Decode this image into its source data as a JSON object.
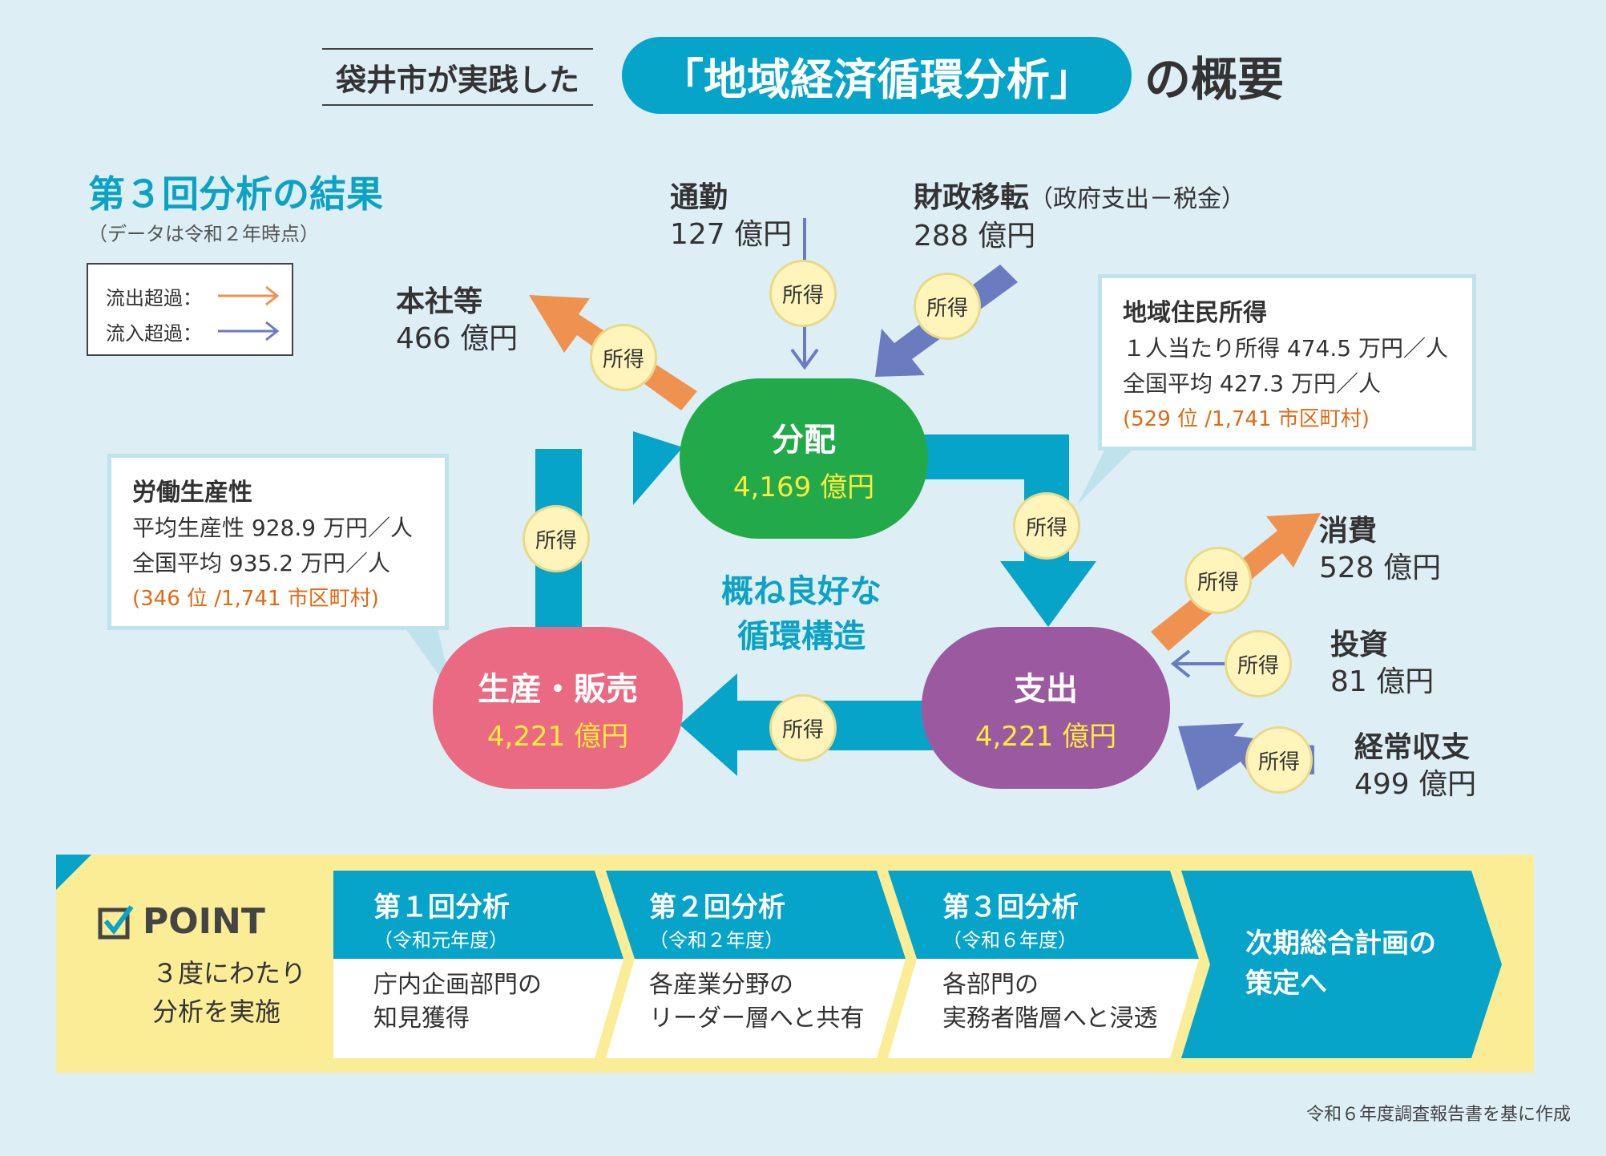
{
  "header": {
    "prefix": "袋井市が実践した",
    "main": "「地域経済循環分析」",
    "suffix": "の概要"
  },
  "section": {
    "title": "第３回分析の結果",
    "note": "（データは令和２年時点）"
  },
  "legend": {
    "outflow": "流出超過：",
    "inflow": "流入超過：",
    "outflow_color": "#f0924f",
    "inflow_color": "#6b7bbf"
  },
  "badge_label": "所得",
  "nodes": {
    "distribution": {
      "name": "分配",
      "value": "4,169 億円",
      "color": "#22aa4a"
    },
    "production": {
      "name": "生産・販売",
      "value": "4,221 億円",
      "color": "#e96a82"
    },
    "expenditure": {
      "name": "支出",
      "value": "4,221 億円",
      "color": "#9b5aa0"
    }
  },
  "center_text": [
    "概ね良好な",
    "循環構造"
  ],
  "flows": {
    "commute": {
      "name": "通勤",
      "value": "127 億円"
    },
    "fiscal": {
      "name": "財政移転",
      "sub": "（政府支出－税金）",
      "value": "288 億円"
    },
    "headquarters": {
      "name": "本社等",
      "value": "466 億円"
    },
    "consumption": {
      "name": "消費",
      "value": "528 億円"
    },
    "investment": {
      "name": "投資",
      "value": "81 億円"
    },
    "current_account": {
      "name": "経常収支",
      "value": "499 億円"
    }
  },
  "callouts": {
    "income": {
      "heading": "地域住民所得",
      "line1": "１人当たり所得 474.5 万円／人",
      "line2": "全国平均 427.3 万円／人",
      "rank": "(529 位 /1,741 市区町村)"
    },
    "productivity": {
      "heading": "労働生産性",
      "line1": "平均生産性 928.9 万円／人",
      "line2": "全国平均 935.2 万円／人",
      "rank": "(346 位 /1,741 市区町村)"
    }
  },
  "point": {
    "title": "POINT",
    "desc1": "３度にわたり",
    "desc2": "分析を実施",
    "steps": [
      {
        "title": "第１回分析",
        "sub": "（令和元年度）",
        "body1": "庁内企画部門の",
        "body2": "知見獲得"
      },
      {
        "title": "第２回分析",
        "sub": "（令和２年度）",
        "body1": "各産業分野の",
        "body2": "リーダー層へと共有"
      },
      {
        "title": "第３回分析",
        "sub": "（令和６年度）",
        "body1": "各部門の",
        "body2": "実務者階層へと浸透"
      }
    ],
    "final1": "次期総合計画の",
    "final2": "策定へ"
  },
  "footer": "令和６年度調査報告書を基に作成"
}
